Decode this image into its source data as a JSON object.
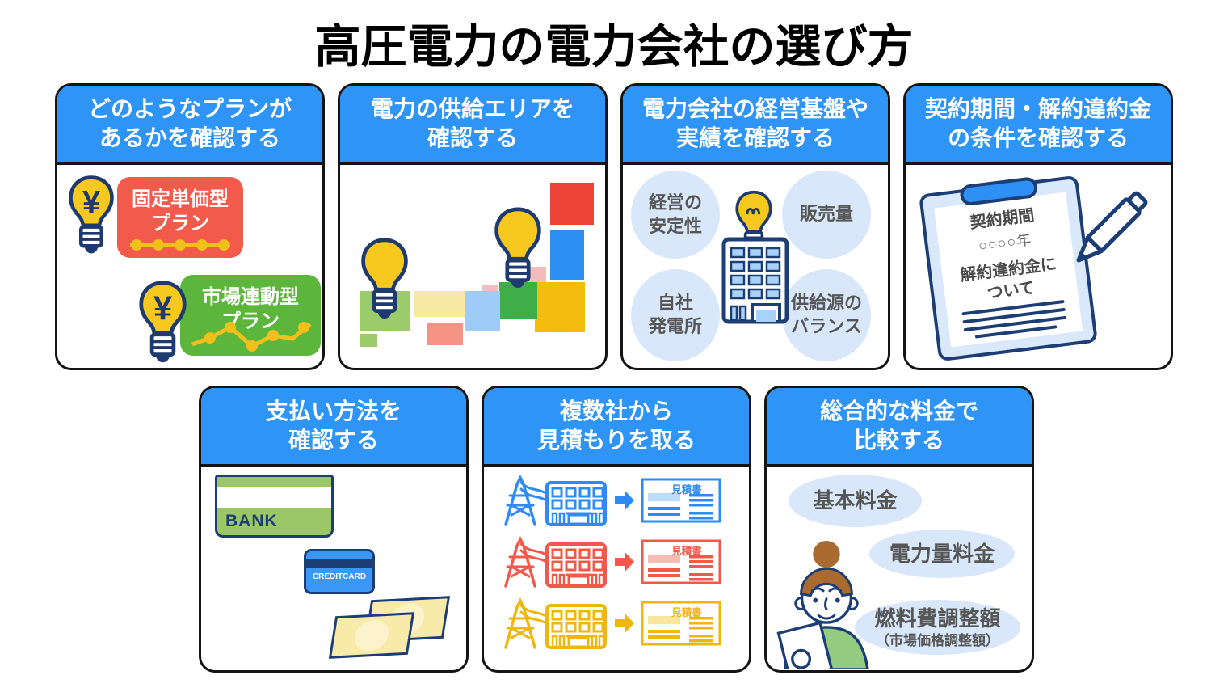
{
  "title": "高圧電力の電力会社の選び方",
  "cards": {
    "plans": {
      "header": "どのようなプランが\nあるかを確認する",
      "fixed_plan_label": "固定単価型\nプラン",
      "market_plan_label": "市場連動型\nプラン"
    },
    "area": {
      "header": "電力の供給エリアを\n確認する"
    },
    "management": {
      "header": "電力会社の経営基盤や\n実績を確認する",
      "bubbles": [
        "経営の\n安定性",
        "販売量",
        "自社\n発電所",
        "供給源の\nバランス"
      ]
    },
    "contract": {
      "header": "契約期間・解約違約金\nの条件を確認する",
      "clipboard_title": "契約期間",
      "clipboard_year": "○○○○年",
      "clipboard_note": "解約違約金に\nついて"
    },
    "payment": {
      "header": "支払い方法を\n確認する",
      "bank_label": "BANK",
      "credit_label": "CREDITCARD"
    },
    "quotes": {
      "header": "複数社から\n見積もりを取る",
      "doc_label": "見積書"
    },
    "total": {
      "header": "総合的な料金で\n比較する",
      "bubbles": [
        "基本料金",
        "電力量料金"
      ],
      "fuel_bubble": {
        "main": "燃料費調整額",
        "sub": "（市場価格調整額）"
      }
    }
  },
  "colors": {
    "header_blue": "#2E94F6",
    "outline_navy": "#1D3E75",
    "bulb_yellow": "#F7C81E",
    "fixed_plan_red": "#F25B4B",
    "market_plan_green": "#5DB63C",
    "bubble_blue": "#D8E7FA",
    "quote_blue": "#2E8BF5",
    "quote_red": "#F2594B",
    "quote_yellow": "#EFB70C",
    "map_red": "#EE4437",
    "map_blue": "#2E8FF2",
    "map_gold": "#F3BC0E",
    "map_green": "#3FAE49",
    "bank_green": "#9BC767",
    "card_blue": "#3B97F5",
    "cash_yellow": "#F8EBA9",
    "hair_brown": "#A96B2F",
    "shirt_green": "#94CB80"
  }
}
